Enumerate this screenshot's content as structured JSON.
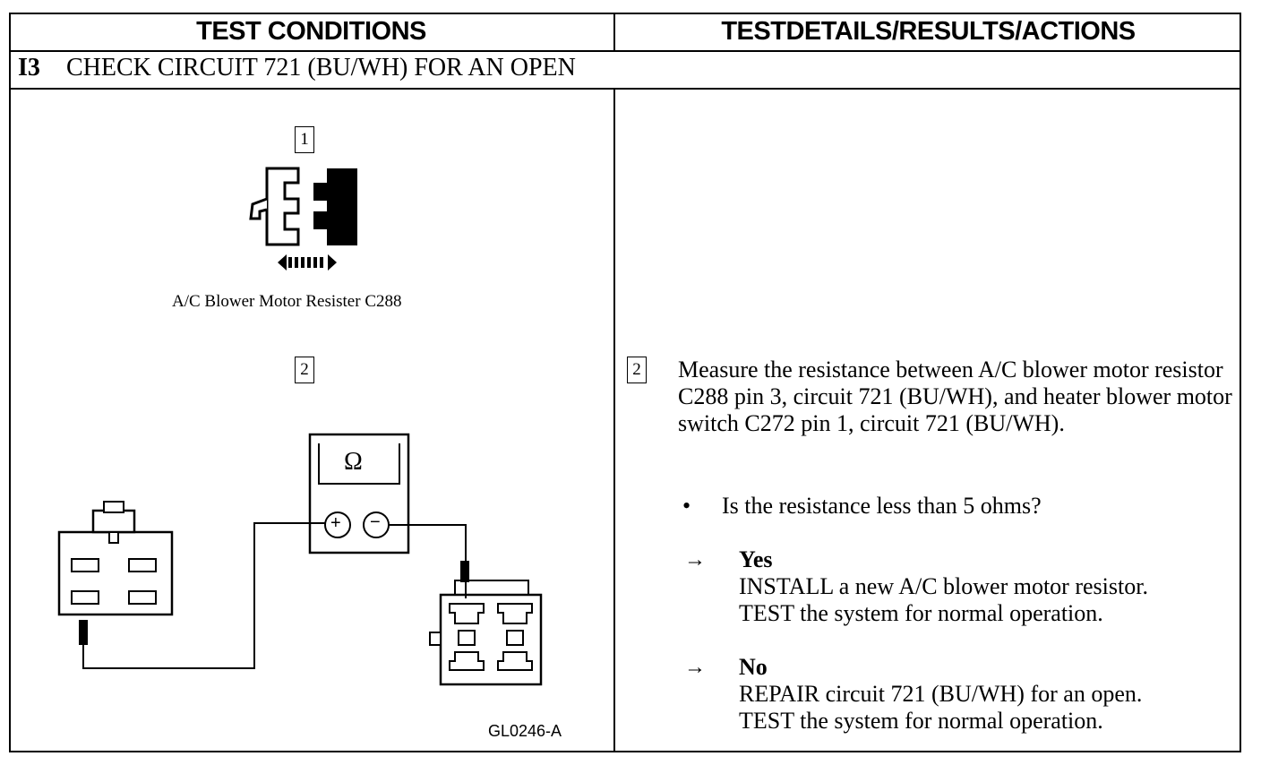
{
  "header": {
    "left": "TEST CONDITIONS",
    "right": "TESTDETAILS/RESULTS/ACTIONS"
  },
  "step": {
    "number": "I3",
    "title": "CHECK CIRCUIT 721 (BU/WH) FOR AN OPEN"
  },
  "figure": {
    "box1": "1",
    "caption1": "A/C Blower Motor Resister C288",
    "box2": "2",
    "meter_symbol": "Ω",
    "plus": "+",
    "minus": "−",
    "code": "GL0246-A"
  },
  "details": {
    "box": "2",
    "instruction": "Measure the resistance between A/C blower motor resistor C288 pin 3, circuit 721 (BU/WH), and heater blower motor switch C272 pin 1, circuit 721 (BU/WH).",
    "bullet": "•",
    "question": "Is the resistance less than 5 ohms?",
    "arrow": "→",
    "yes": {
      "label": "Yes",
      "line1": "INSTALL a new A/C blower motor resistor.",
      "line2": "TEST the system for normal operation."
    },
    "no": {
      "label": "No",
      "line1": "REPAIR circuit 721 (BU/WH) for an open.",
      "line2": "TEST the system for normal operation."
    }
  }
}
